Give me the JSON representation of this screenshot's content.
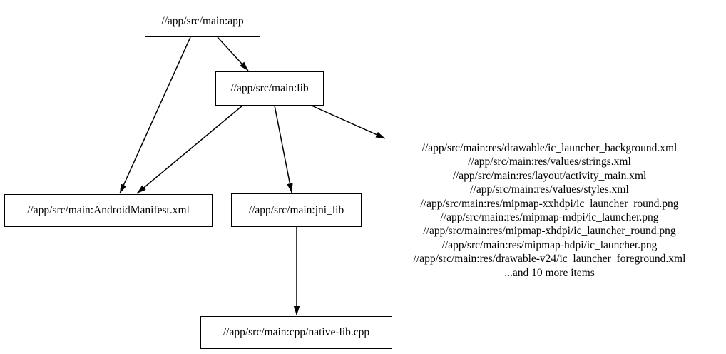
{
  "diagram": {
    "type": "dependency-graph",
    "background_color": "#ffffff",
    "stroke_color": "#000000",
    "text_color": "#000000",
    "nodes": {
      "app": {
        "label": "//app/src/main:app"
      },
      "lib": {
        "label": "//app/src/main:lib"
      },
      "manifest": {
        "label": "//app/src/main:AndroidManifest.xml"
      },
      "jni_lib": {
        "label": "//app/src/main:jni_lib"
      },
      "res_group": {
        "lines": [
          "//app/src/main:res/drawable/ic_launcher_background.xml",
          "//app/src/main:res/values/strings.xml",
          "//app/src/main:res/layout/activity_main.xml",
          "//app/src/main:res/values/styles.xml",
          "//app/src/main:res/mipmap-xxhdpi/ic_launcher_round.png",
          "//app/src/main:res/mipmap-mdpi/ic_launcher.png",
          "//app/src/main:res/mipmap-xhdpi/ic_launcher_round.png",
          "//app/src/main:res/mipmap-hdpi/ic_launcher.png",
          "//app/src/main:res/drawable-v24/ic_launcher_foreground.xml",
          "...and 10 more items"
        ]
      },
      "native_cpp": {
        "label": "//app/src/main:cpp/native-lib.cpp"
      }
    },
    "edges": [
      {
        "from": "//app/src/main:app",
        "to": "//app/src/main:lib"
      },
      {
        "from": "//app/src/main:app",
        "to": "//app/src/main:AndroidManifest.xml"
      },
      {
        "from": "//app/src/main:lib",
        "to": "//app/src/main:AndroidManifest.xml"
      },
      {
        "from": "//app/src/main:lib",
        "to": "//app/src/main:jni_lib"
      },
      {
        "from": "//app/src/main:lib",
        "to": "//app/src/main:res group"
      },
      {
        "from": "//app/src/main:jni_lib",
        "to": "//app/src/main:cpp/native-lib.cpp"
      }
    ]
  }
}
